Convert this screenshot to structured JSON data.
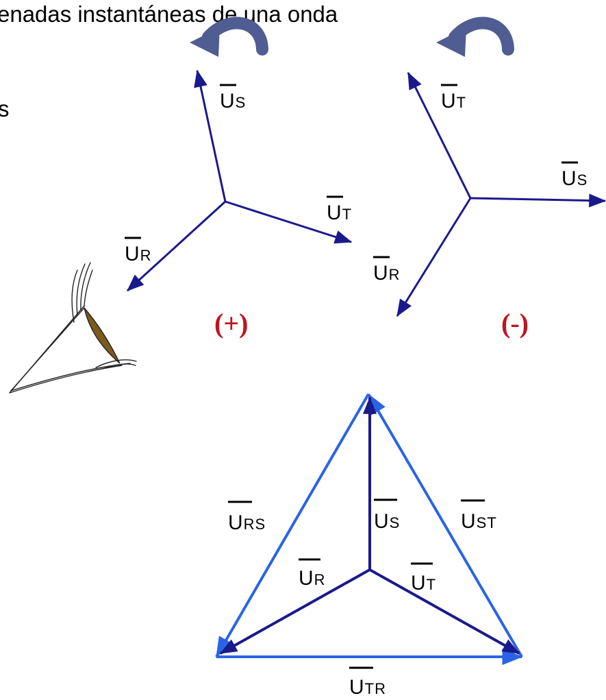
{
  "slide": {
    "heading_fragment": "enadas instantáneas de una onda",
    "side_fragment": "s"
  },
  "colors": {
    "phasor": "#1a1a8c",
    "line_voltage": "#2a63e6",
    "rotation_arrow": "#4f5d93",
    "sequence_label": "#c0141e",
    "eye_iris": "#7a5a1f",
    "text": "#000000"
  },
  "icons": {
    "rotation_left": "curved-rotation-arrow-icon",
    "rotation_right": "curved-rotation-arrow-icon",
    "observer": "eye-icon"
  },
  "positive_sequence": {
    "label": "(+)",
    "phasors": [
      {
        "main": "U",
        "sub": "S"
      },
      {
        "main": "U",
        "sub": "T"
      },
      {
        "main": "U",
        "sub": "R"
      }
    ]
  },
  "negative_sequence": {
    "label": "(-)",
    "phasors": [
      {
        "main": "U",
        "sub": "T"
      },
      {
        "main": "U",
        "sub": "S"
      },
      {
        "main": "U",
        "sub": "R"
      }
    ]
  },
  "triangle": {
    "phase_phasors": [
      {
        "main": "U",
        "sub": "S"
      },
      {
        "main": "U",
        "sub": "R"
      },
      {
        "main": "U",
        "sub": "T"
      }
    ],
    "line_voltages": [
      {
        "main": "U",
        "sub": "RS"
      },
      {
        "main": "U",
        "sub": "ST"
      },
      {
        "main": "U",
        "sub": "TR"
      }
    ]
  }
}
